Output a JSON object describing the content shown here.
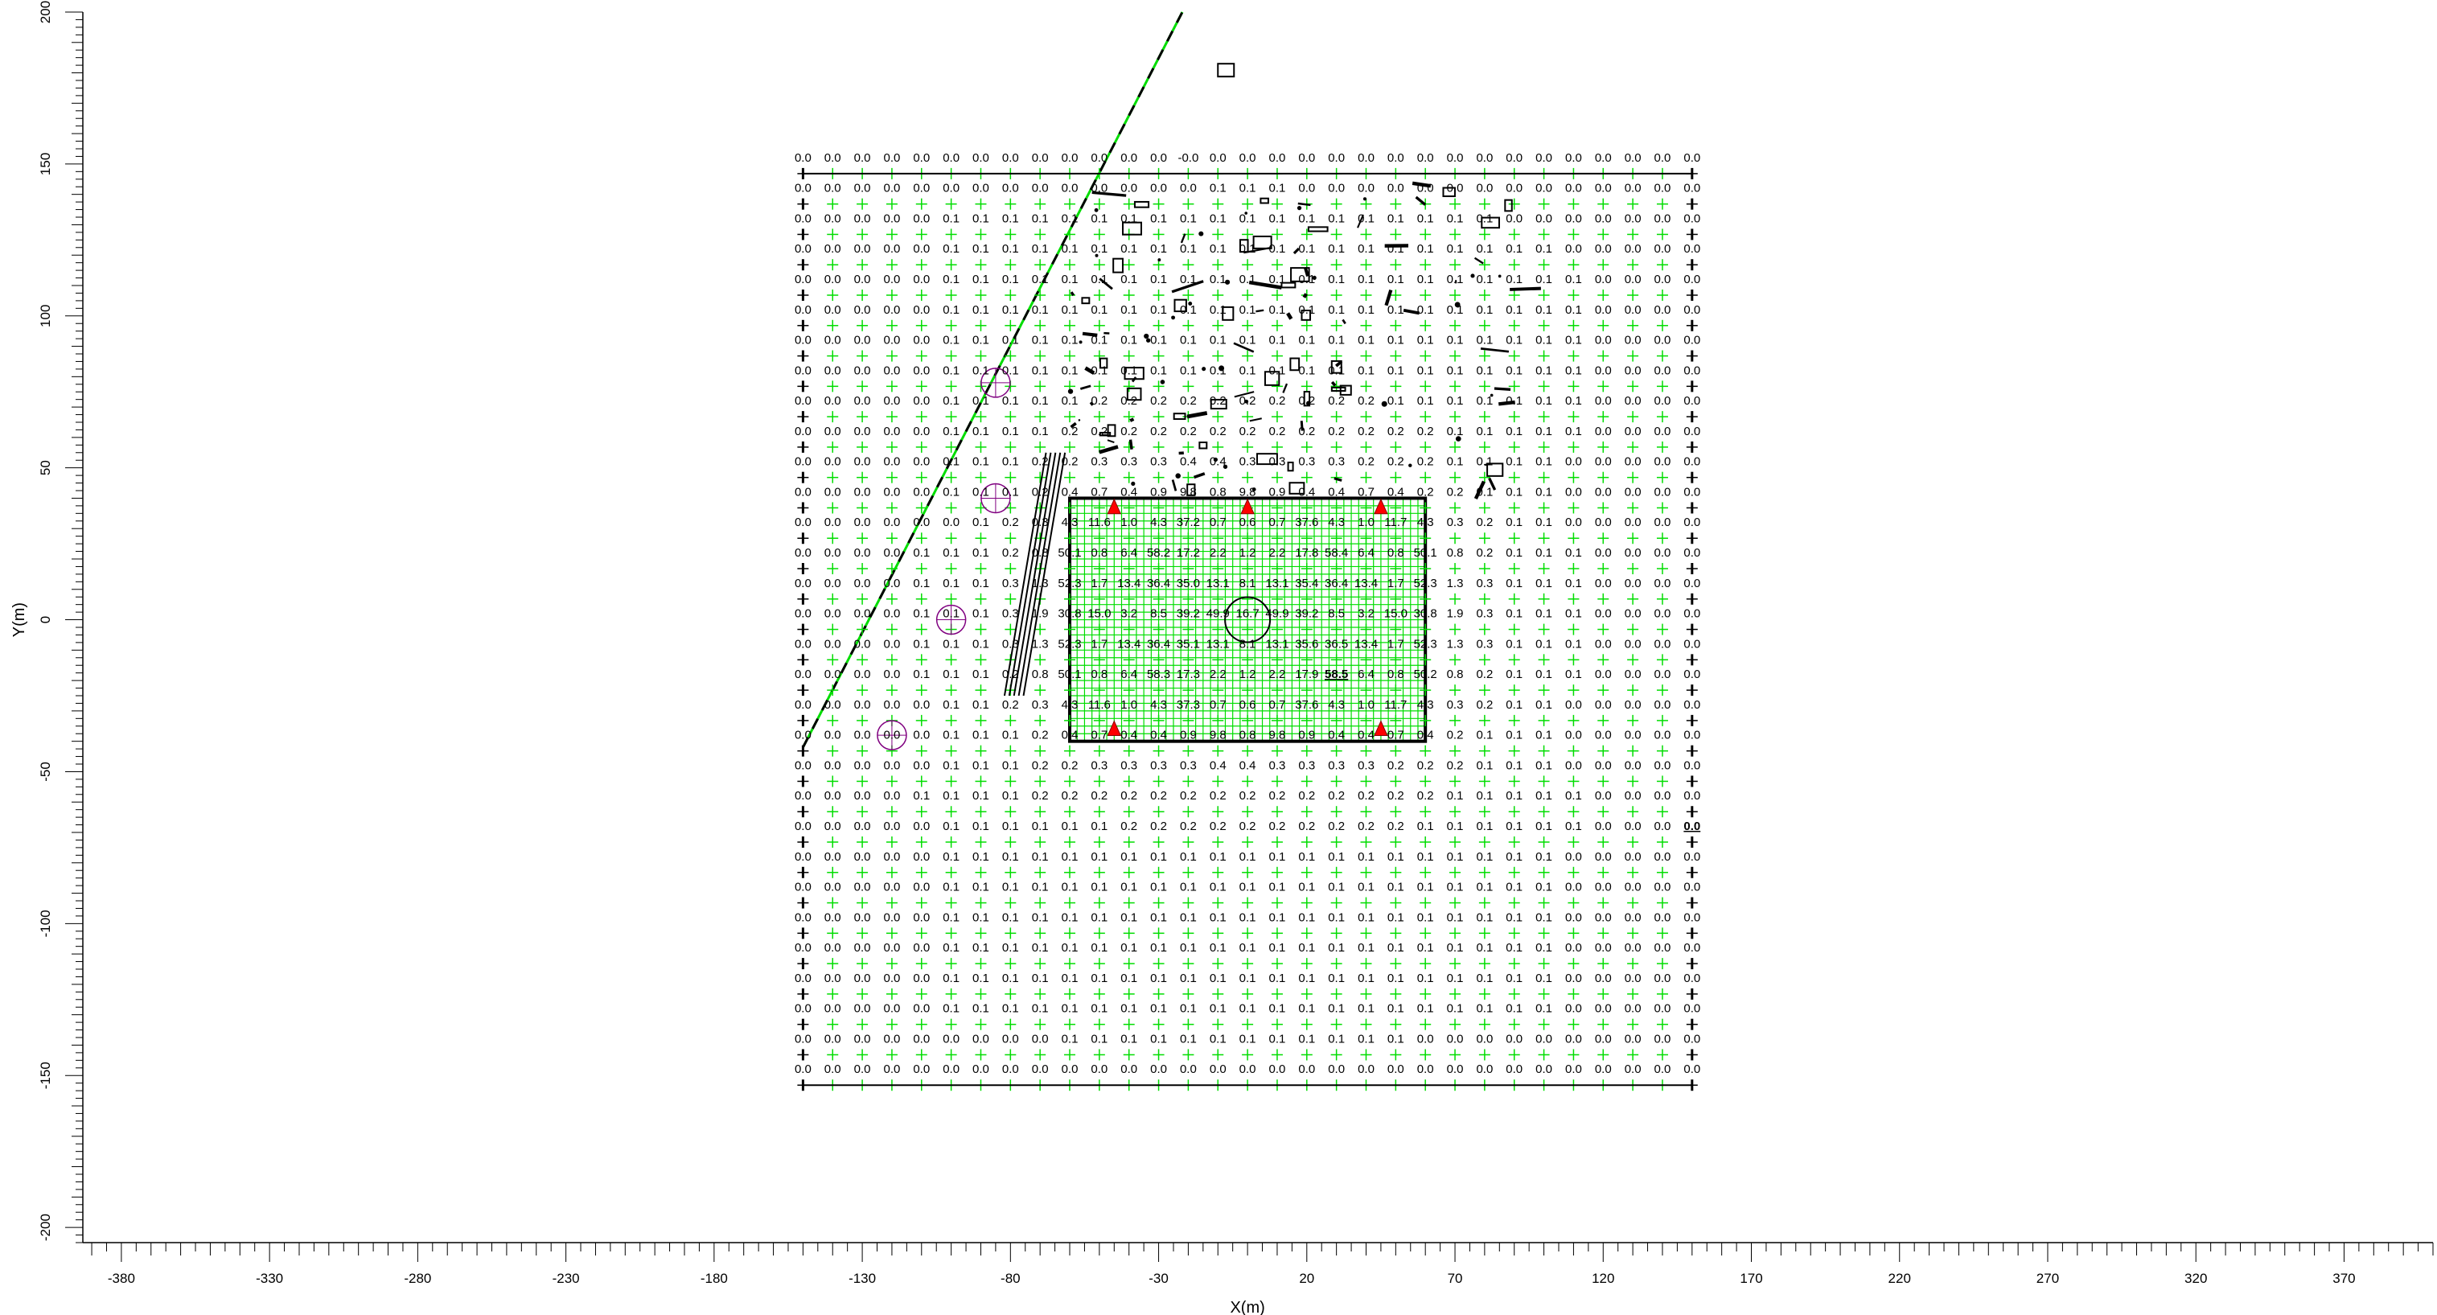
{
  "chart_data": {
    "type": "heatmap",
    "xlabel": "X(m)",
    "ylabel": "Y(m)",
    "xlim": [
      -393,
      400
    ],
    "ylim": [
      -205,
      200
    ],
    "x_ticks": [
      -380,
      -330,
      -280,
      -230,
      -180,
      -130,
      -80,
      -30,
      20,
      70,
      120,
      170,
      220,
      270,
      320,
      370
    ],
    "y_ticks": [
      200,
      150,
      100,
      50,
      0,
      -50,
      -100,
      -150,
      -200
    ],
    "grid_x": [
      -150,
      -140,
      -130,
      -120,
      -110,
      -100,
      -90,
      -80,
      -70,
      -60,
      -50,
      -40,
      -30,
      -20,
      -10,
      0,
      10,
      20,
      30,
      40,
      50,
      60,
      70,
      80,
      90,
      100,
      110,
      120,
      130,
      140,
      150
    ],
    "grid_y": [
      150,
      140,
      130,
      120,
      110,
      100,
      90,
      80,
      70,
      60,
      50,
      40,
      30,
      20,
      10,
      0,
      -10,
      -20,
      -30,
      -40,
      -50,
      -60,
      -70,
      -80,
      -90,
      -100,
      -110,
      -120,
      -130,
      -140,
      -150
    ],
    "values": [
      [
        "0.0",
        "0.0",
        "0.0",
        "0.0",
        "0.0",
        "0.0",
        "0.0",
        "0.0",
        "0.0",
        "0.0",
        "0.0",
        "0.0",
        "0.0",
        "-0.0",
        "0.0",
        "0.0",
        "0.0",
        "0.0",
        "0.0",
        "0.0",
        "0.0",
        "0.0",
        "0.0",
        "0.0",
        "0.0",
        "0.0",
        "0.0",
        "0.0",
        "0.0",
        "0.0",
        "0.0"
      ],
      [
        "0.0",
        "0.0",
        "0.0",
        "0.0",
        "0.0",
        "0.0",
        "0.0",
        "0.0",
        "0.0",
        "0.0",
        "0.0",
        "0.0",
        "0.0",
        "0.0",
        "0.1",
        "0.1",
        "0.1",
        "0.0",
        "0.0",
        "0.0",
        "0.0",
        "0.0",
        "0.0",
        "0.0",
        "0.0",
        "0.0",
        "0.0",
        "0.0",
        "0.0",
        "0.0",
        "0.0"
      ],
      [
        "0.0",
        "0.0",
        "0.0",
        "0.0",
        "0.0",
        "0.1",
        "0.1",
        "0.1",
        "0.1",
        "0.1",
        "0.1",
        "0.1",
        "0.1",
        "0.1",
        "0.1",
        "0.1",
        "0.1",
        "0.1",
        "0.1",
        "0.1",
        "0.1",
        "0.1",
        "0.1",
        "0.1",
        "0.0",
        "0.0",
        "0.0",
        "0.0",
        "0.0",
        "0.0",
        "0.0"
      ],
      [
        "0.0",
        "0.0",
        "0.0",
        "0.0",
        "0.0",
        "0.1",
        "0.1",
        "0.1",
        "0.1",
        "0.1",
        "0.1",
        "0.1",
        "0.1",
        "0.1",
        "0.1",
        "0.1",
        "0.1",
        "0.1",
        "0.1",
        "0.1",
        "0.1",
        "0.1",
        "0.1",
        "0.1",
        "0.1",
        "0.1",
        "0.0",
        "0.0",
        "0.0",
        "0.0",
        "0.0"
      ],
      [
        "0.0",
        "0.0",
        "0.0",
        "0.0",
        "0.0",
        "0.1",
        "0.1",
        "0.1",
        "0.1",
        "0.1",
        "0.1",
        "0.1",
        "0.1",
        "0.1",
        "0.1",
        "0.1",
        "0.1",
        "0.1",
        "0.1",
        "0.1",
        "0.1",
        "0.1",
        "0.1",
        "0.1",
        "0.1",
        "0.1",
        "0.1",
        "0.0",
        "0.0",
        "0.0",
        "0.0"
      ],
      [
        "0.0",
        "0.0",
        "0.0",
        "0.0",
        "0.0",
        "0.1",
        "0.1",
        "0.1",
        "0.1",
        "0.1",
        "0.1",
        "0.1",
        "0.1",
        "0.1",
        "0.1",
        "0.1",
        "0.1",
        "0.1",
        "0.1",
        "0.1",
        "0.1",
        "0.1",
        "0.1",
        "0.1",
        "0.1",
        "0.1",
        "0.1",
        "0.0",
        "0.0",
        "0.0",
        "0.0"
      ],
      [
        "0.0",
        "0.0",
        "0.0",
        "0.0",
        "0.0",
        "0.1",
        "0.1",
        "0.1",
        "0.1",
        "0.1",
        "0.1",
        "0.1",
        "0.1",
        "0.1",
        "0.1",
        "0.1",
        "0.1",
        "0.1",
        "0.1",
        "0.1",
        "0.1",
        "0.1",
        "0.1",
        "0.1",
        "0.1",
        "0.1",
        "0.1",
        "0.0",
        "0.0",
        "0.0",
        "0.0"
      ],
      [
        "0.0",
        "0.0",
        "0.0",
        "0.0",
        "0.0",
        "0.1",
        "0.1",
        "0.1",
        "0.1",
        "0.1",
        "0.1",
        "0.1",
        "0.1",
        "0.1",
        "0.1",
        "0.1",
        "0.1",
        "0.1",
        "0.1",
        "0.1",
        "0.1",
        "0.1",
        "0.1",
        "0.1",
        "0.1",
        "0.1",
        "0.1",
        "0.0",
        "0.0",
        "0.0",
        "0.0"
      ],
      [
        "0.0",
        "0.0",
        "0.0",
        "0.0",
        "0.0",
        "0.1",
        "0.1",
        "0.1",
        "0.1",
        "0.1",
        "0.2",
        "0.2",
        "0.2",
        "0.2",
        "0.2",
        "0.2",
        "0.2",
        "0.2",
        "0.2",
        "0.2",
        "0.1",
        "0.1",
        "0.1",
        "0.1",
        "0.1",
        "0.1",
        "0.1",
        "0.0",
        "0.0",
        "0.0",
        "0.0"
      ],
      [
        "0.0",
        "0.0",
        "0.0",
        "0.0",
        "0.0",
        "0.1",
        "0.1",
        "0.1",
        "0.1",
        "0.2",
        "0.2",
        "0.2",
        "0.2",
        "0.2",
        "0.2",
        "0.2",
        "0.2",
        "0.2",
        "0.2",
        "0.2",
        "0.2",
        "0.2",
        "0.1",
        "0.1",
        "0.1",
        "0.1",
        "0.1",
        "0.0",
        "0.0",
        "0.0",
        "0.0"
      ],
      [
        "0.0",
        "0.0",
        "0.0",
        "0.0",
        "0.0",
        "0.1",
        "0.1",
        "0.1",
        "0.2",
        "0.2",
        "0.3",
        "0.3",
        "0.3",
        "0.4",
        "0.4",
        "0.3",
        "0.3",
        "0.3",
        "0.3",
        "0.2",
        "0.2",
        "0.2",
        "0.1",
        "0.1",
        "0.1",
        "0.1",
        "0.0",
        "0.0",
        "0.0",
        "0.0",
        "0.0"
      ],
      [
        "0.0",
        "0.0",
        "0.0",
        "0.0",
        "0.0",
        "0.1",
        "0.1",
        "0.1",
        "0.2",
        "0.4",
        "0.7",
        "0.4",
        "0.9",
        "9.8",
        "0.8",
        "9.8",
        "0.9",
        "0.4",
        "0.4",
        "0.7",
        "0.4",
        "0.2",
        "0.2",
        "0.1",
        "0.1",
        "0.1",
        "0.0",
        "0.0",
        "0.0",
        "0.0",
        "0.0"
      ],
      [
        "0.0",
        "0.0",
        "0.0",
        "0.0",
        "0.0",
        "0.0",
        "0.1",
        "0.2",
        "0.3",
        "4.3",
        "11.6",
        "1.0",
        "4.3",
        "37.2",
        "0.7",
        "0.6",
        "0.7",
        "37.6",
        "4.3",
        "1.0",
        "11.7",
        "4.3",
        "0.3",
        "0.2",
        "0.1",
        "0.1",
        "0.0",
        "0.0",
        "0.0",
        "0.0",
        "0.0"
      ],
      [
        "0.0",
        "0.0",
        "0.0",
        "0.0",
        "0.1",
        "0.1",
        "0.1",
        "0.2",
        "0.8",
        "50.1",
        "0.8",
        "6.4",
        "58.2",
        "17.2",
        "2.2",
        "1.2",
        "2.2",
        "17.8",
        "58.4",
        "6.4",
        "0.8",
        "50.1",
        "0.8",
        "0.2",
        "0.1",
        "0.1",
        "0.1",
        "0.0",
        "0.0",
        "0.0",
        "0.0"
      ],
      [
        "0.0",
        "0.0",
        "0.0",
        "0.0",
        "0.1",
        "0.1",
        "0.1",
        "0.3",
        "1.3",
        "52.3",
        "1.7",
        "13.4",
        "36.4",
        "35.0",
        "13.1",
        "8.1",
        "13.1",
        "35.4",
        "36.4",
        "13.4",
        "1.7",
        "52.3",
        "1.3",
        "0.3",
        "0.1",
        "0.1",
        "0.1",
        "0.0",
        "0.0",
        "0.0",
        "0.0"
      ],
      [
        "0.0",
        "0.0",
        "0.0",
        "0.0",
        "0.1",
        "0.1",
        "0.1",
        "0.3",
        "1.9",
        "30.8",
        "15.0",
        "3.2",
        "8.5",
        "39.2",
        "49.9",
        "16.7",
        "49.9",
        "39.2",
        "8.5",
        "3.2",
        "15.0",
        "30.8",
        "1.9",
        "0.3",
        "0.1",
        "0.1",
        "0.1",
        "0.0",
        "0.0",
        "0.0",
        "0.0"
      ],
      [
        "0.0",
        "0.0",
        "0.0",
        "0.0",
        "0.1",
        "0.1",
        "0.1",
        "0.3",
        "1.3",
        "52.3",
        "1.7",
        "13.4",
        "36.4",
        "35.1",
        "13.1",
        "8.1",
        "13.1",
        "35.6",
        "36.5",
        "13.4",
        "1.7",
        "52.3",
        "1.3",
        "0.3",
        "0.1",
        "0.1",
        "0.1",
        "0.0",
        "0.0",
        "0.0",
        "0.0"
      ],
      [
        "0.0",
        "0.0",
        "0.0",
        "0.0",
        "0.1",
        "0.1",
        "0.1",
        "0.2",
        "0.8",
        "50.1",
        "0.8",
        "6.4",
        "58.3",
        "17.3",
        "2.2",
        "1.2",
        "2.2",
        "17.9",
        "58.5",
        "6.4",
        "0.8",
        "50.2",
        "0.8",
        "0.2",
        "0.1",
        "0.1",
        "0.1",
        "0.0",
        "0.0",
        "0.0",
        "0.0"
      ],
      [
        "0.0",
        "0.0",
        "0.0",
        "0.0",
        "0.0",
        "0.1",
        "0.1",
        "0.2",
        "0.3",
        "4.3",
        "11.6",
        "1.0",
        "4.3",
        "37.3",
        "0.7",
        "0.6",
        "0.7",
        "37.6",
        "4.3",
        "1.0",
        "11.7",
        "4.3",
        "0.3",
        "0.2",
        "0.1",
        "0.1",
        "0.0",
        "0.0",
        "0.0",
        "0.0",
        "0.0"
      ],
      [
        "0.0",
        "0.0",
        "0.0",
        "0.0",
        "0.0",
        "0.1",
        "0.1",
        "0.1",
        "0.2",
        "0.4",
        "0.7",
        "0.4",
        "0.4",
        "0.9",
        "9.8",
        "0.8",
        "9.8",
        "0.9",
        "0.4",
        "0.4",
        "0.7",
        "0.4",
        "0.2",
        "0.1",
        "0.1",
        "0.1",
        "0.0",
        "0.0",
        "0.0",
        "0.0",
        "0.0"
      ],
      [
        "0.0",
        "0.0",
        "0.0",
        "0.0",
        "0.0",
        "0.1",
        "0.1",
        "0.1",
        "0.2",
        "0.2",
        "0.3",
        "0.3",
        "0.3",
        "0.3",
        "0.4",
        "0.4",
        "0.3",
        "0.3",
        "0.3",
        "0.3",
        "0.2",
        "0.2",
        "0.2",
        "0.1",
        "0.1",
        "0.1",
        "0.0",
        "0.0",
        "0.0",
        "0.0",
        "0.0"
      ],
      [
        "0.0",
        "0.0",
        "0.0",
        "0.0",
        "0.1",
        "0.1",
        "0.1",
        "0.1",
        "0.2",
        "0.2",
        "0.2",
        "0.2",
        "0.2",
        "0.2",
        "0.2",
        "0.2",
        "0.2",
        "0.2",
        "0.2",
        "0.2",
        "0.2",
        "0.2",
        "0.1",
        "0.1",
        "0.1",
        "0.1",
        "0.1",
        "0.0",
        "0.0",
        "0.0",
        "0.0"
      ],
      [
        "0.0",
        "0.0",
        "0.0",
        "0.0",
        "0.0",
        "0.1",
        "0.1",
        "0.1",
        "0.1",
        "0.1",
        "0.1",
        "0.2",
        "0.2",
        "0.2",
        "0.2",
        "0.2",
        "0.2",
        "0.2",
        "0.2",
        "0.2",
        "0.2",
        "0.1",
        "0.1",
        "0.1",
        "0.1",
        "0.1",
        "0.1",
        "0.0",
        "0.0",
        "0.0",
        "0.0"
      ],
      [
        "0.0",
        "0.0",
        "0.0",
        "0.0",
        "0.0",
        "0.1",
        "0.1",
        "0.1",
        "0.1",
        "0.1",
        "0.1",
        "0.1",
        "0.1",
        "0.1",
        "0.1",
        "0.1",
        "0.1",
        "0.1",
        "0.1",
        "0.1",
        "0.1",
        "0.1",
        "0.1",
        "0.1",
        "0.1",
        "0.1",
        "0.0",
        "0.0",
        "0.0",
        "0.0",
        "0.0"
      ],
      [
        "0.0",
        "0.0",
        "0.0",
        "0.0",
        "0.0",
        "0.1",
        "0.1",
        "0.1",
        "0.1",
        "0.1",
        "0.1",
        "0.1",
        "0.1",
        "0.1",
        "0.1",
        "0.1",
        "0.1",
        "0.1",
        "0.1",
        "0.1",
        "0.1",
        "0.1",
        "0.1",
        "0.1",
        "0.1",
        "0.1",
        "0.0",
        "0.0",
        "0.0",
        "0.0",
        "0.0"
      ],
      [
        "0.0",
        "0.0",
        "0.0",
        "0.0",
        "0.0",
        "0.1",
        "0.1",
        "0.1",
        "0.1",
        "0.1",
        "0.1",
        "0.1",
        "0.1",
        "0.1",
        "0.1",
        "0.1",
        "0.1",
        "0.1",
        "0.1",
        "0.1",
        "0.1",
        "0.1",
        "0.1",
        "0.1",
        "0.1",
        "0.1",
        "0.0",
        "0.0",
        "0.0",
        "0.0",
        "0.0"
      ],
      [
        "0.0",
        "0.0",
        "0.0",
        "0.0",
        "0.0",
        "0.1",
        "0.1",
        "0.1",
        "0.1",
        "0.1",
        "0.1",
        "0.1",
        "0.1",
        "0.1",
        "0.1",
        "0.1",
        "0.1",
        "0.1",
        "0.1",
        "0.1",
        "0.1",
        "0.1",
        "0.1",
        "0.1",
        "0.1",
        "0.1",
        "0.0",
        "0.0",
        "0.0",
        "0.0",
        "0.0"
      ],
      [
        "0.0",
        "0.0",
        "0.0",
        "0.0",
        "0.0",
        "0.1",
        "0.1",
        "0.1",
        "0.1",
        "0.1",
        "0.1",
        "0.1",
        "0.1",
        "0.1",
        "0.1",
        "0.1",
        "0.1",
        "0.1",
        "0.1",
        "0.1",
        "0.1",
        "0.1",
        "0.1",
        "0.1",
        "0.1",
        "0.1",
        "0.0",
        "0.0",
        "0.0",
        "0.0",
        "0.0"
      ],
      [
        "0.0",
        "0.0",
        "0.0",
        "0.0",
        "0.0",
        "0.1",
        "0.1",
        "0.1",
        "0.1",
        "0.1",
        "0.1",
        "0.1",
        "0.1",
        "0.1",
        "0.1",
        "0.1",
        "0.1",
        "0.1",
        "0.1",
        "0.1",
        "0.1",
        "0.1",
        "0.1",
        "0.1",
        "0.1",
        "0.1",
        "0.0",
        "0.0",
        "0.0",
        "0.0",
        "0.0"
      ],
      [
        "0.0",
        "0.0",
        "0.0",
        "0.0",
        "0.0",
        "0.0",
        "0.0",
        "0.0",
        "0.0",
        "0.1",
        "0.1",
        "0.1",
        "0.1",
        "0.1",
        "0.1",
        "0.1",
        "0.1",
        "0.1",
        "0.1",
        "0.1",
        "0.1",
        "0.0",
        "0.0",
        "0.0",
        "0.0",
        "0.0",
        "0.0",
        "0.0",
        "0.0",
        "0.0",
        "0.0"
      ],
      [
        "0.0",
        "0.0",
        "0.0",
        "0.0",
        "0.0",
        "0.0",
        "0.0",
        "0.0",
        "0.0",
        "0.0",
        "0.0",
        "0.0",
        "0.0",
        "0.0",
        "0.0",
        "0.0",
        "0.0",
        "0.0",
        "0.0",
        "0.0",
        "0.0",
        "0.0",
        "0.0",
        "0.0",
        "0.0",
        "0.0",
        "0.0",
        "0.0",
        "0.0",
        "0.0",
        "0.0"
      ]
    ],
    "max_value": "58.5",
    "max_cell": {
      "x": 30,
      "y": -20
    },
    "highlight_cell": {
      "x": 150,
      "y": -70,
      "value": "0.0"
    },
    "grid_marker_color": "#00dd00",
    "max_value_color": "#1010ff",
    "highlight_color": "#ff0000",
    "source_marker_color": "#ff0000",
    "fine_grid_xlim": [
      -60,
      60
    ],
    "fine_grid_ylim": [
      -40,
      40
    ],
    "sources": [
      {
        "x": -45,
        "y": 37
      },
      {
        "x": 0,
        "y": 37
      },
      {
        "x": 45,
        "y": 37
      },
      {
        "x": -45,
        "y": -36
      },
      {
        "x": 45,
        "y": -36
      }
    ],
    "circle_markers": [
      {
        "x": -85,
        "y": 78
      },
      {
        "x": -100,
        "y": 0
      },
      {
        "x": -120,
        "y": -38
      },
      {
        "x": -85,
        "y": 40
      }
    ],
    "boundary_line": {
      "x1": -150,
      "y1": -42,
      "x2": -22,
      "y2": 200
    }
  }
}
